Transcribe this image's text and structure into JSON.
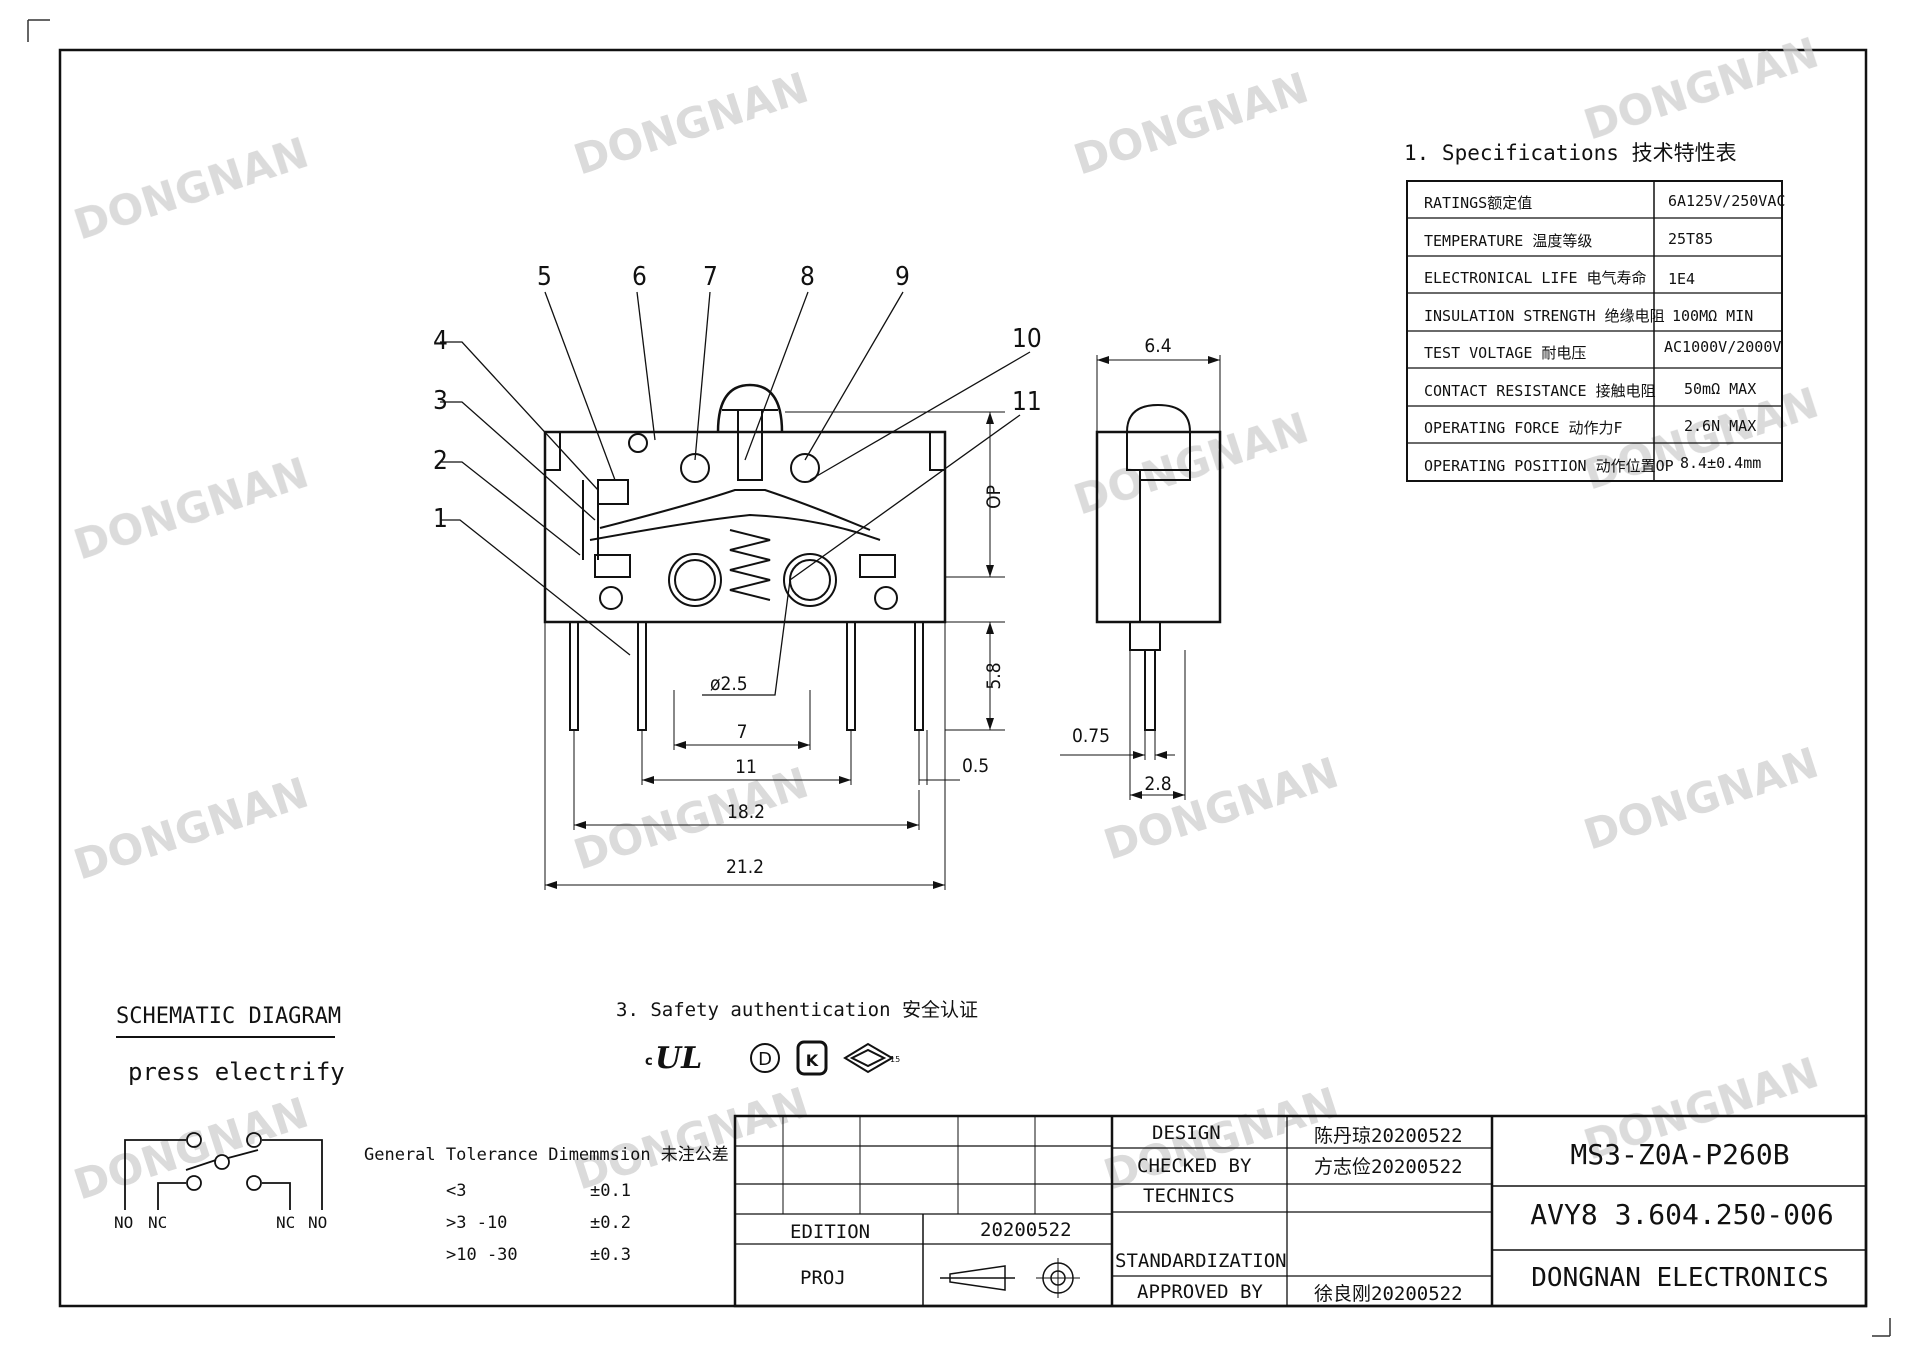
{
  "watermark": {
    "brand": "DONGNAN"
  },
  "specifications": {
    "title": "1. Specifications  技术特性表",
    "rows": [
      {
        "label": "RATINGS额定值",
        "value": "6A125V/250VAC"
      },
      {
        "label": "TEMPERATURE 温度等级",
        "value": "25T85"
      },
      {
        "label": "ELECTRONICAL LIFE 电气寿命",
        "value": "1E4"
      },
      {
        "label": "INSULATION STRENGTH 绝缘电阻",
        "value": "100MΩ MIN"
      },
      {
        "label": "TEST VOLTAGE 耐电压",
        "value": "AC1000V/2000V"
      },
      {
        "label": "CONTACT RESISTANCE 接触电阻",
        "value": "50mΩ MAX"
      },
      {
        "label": "OPERATING FORCE 动作力F",
        "value": "2.6N  MAX"
      },
      {
        "label": "OPERATING POSITION 动作位置OP",
        "value": "8.4±0.4mm"
      }
    ]
  },
  "drawing": {
    "callouts": [
      "1",
      "2",
      "3",
      "4",
      "5",
      "6",
      "7",
      "8",
      "9",
      "10",
      "11"
    ],
    "dimensions": {
      "op": "OP",
      "pin_len": "5.8",
      "hole": "ø2.5",
      "d7": "7",
      "d11": "11",
      "d05": "0.5",
      "d182": "18.2",
      "d212": "21.2",
      "side_w": "6.4",
      "side_pin": "0.75",
      "side_28": "2.8"
    }
  },
  "schematic": {
    "title": "SCHEMATIC DIAGRAM",
    "subtitle": "press electrify",
    "labels": [
      "NO",
      "NC",
      "NC",
      "NO"
    ]
  },
  "tolerance": {
    "title": "General Tolerance Dimemmsion 未注公差",
    "rows": [
      {
        "range": "<3",
        "tol": "±0.1"
      },
      {
        "range": ">3 -10",
        "tol": "±0.2"
      },
      {
        "range": ">10 -30",
        "tol": "±0.3"
      }
    ]
  },
  "safety": {
    "title": "3. Safety authentication  安全认证",
    "marks": [
      "cULus",
      "D",
      "KC",
      "CQC"
    ]
  },
  "title_block": {
    "edition_label": "EDITION",
    "edition_value": "20200522",
    "proj_label": "PROJ",
    "design_label": "DESIGN",
    "design_value": "陈丹琼20200522",
    "checked_label": "CHECKED BY",
    "checked_value": "方志俭20200522",
    "technics_label": "TECHNICS",
    "standard_label": "STANDARDIZATION",
    "approved_label": "APPROVED BY",
    "approved_value": "徐良刚20200522",
    "part_number": "MS3-Z0A-P260B",
    "doc_number": "AVY8 3.604.250-006",
    "company": "DONGNAN ELECTRONICS"
  }
}
